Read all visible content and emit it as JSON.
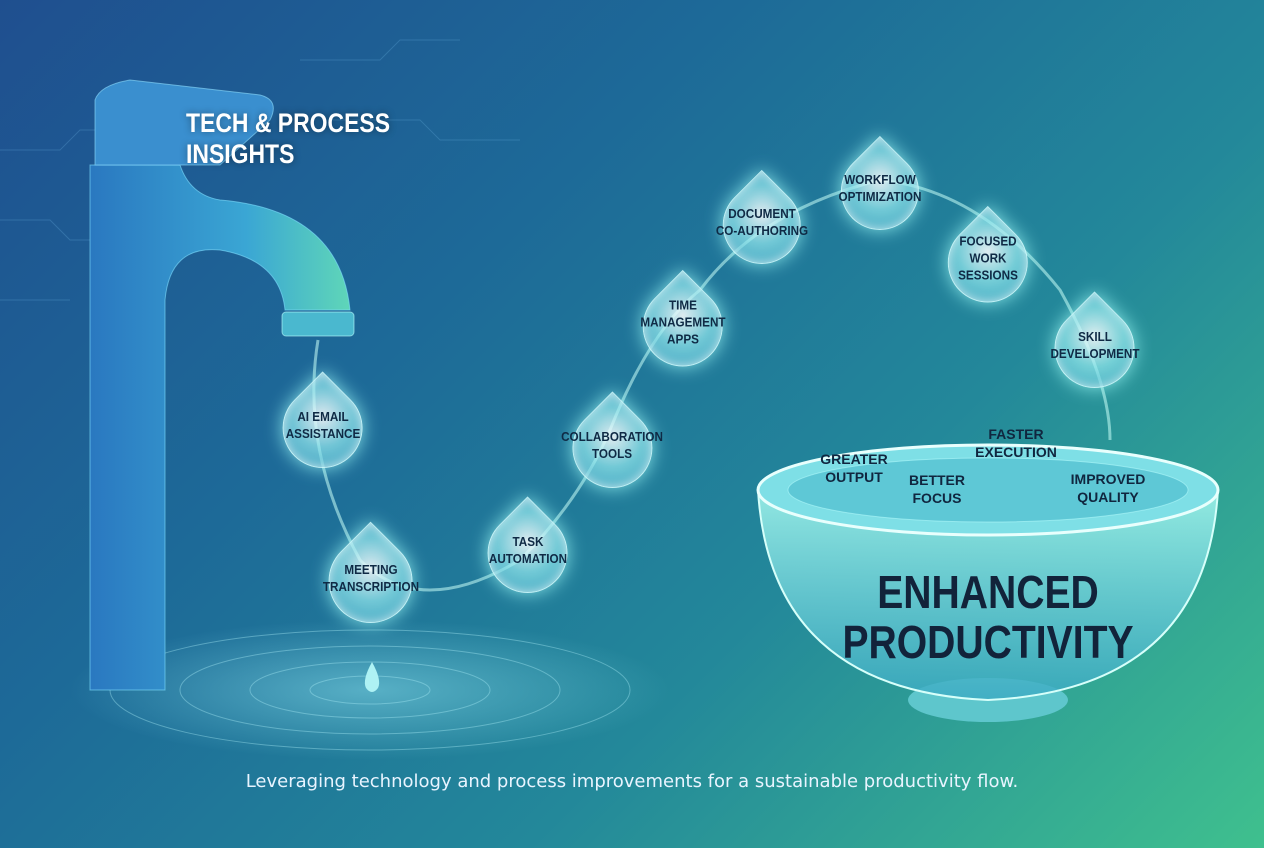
{
  "title": [
    "TECH & PROCESS",
    "INSIGHTS"
  ],
  "drops": [
    {
      "label": [
        "AI EMAIL",
        "ASSISTANCE"
      ]
    },
    {
      "label": [
        "MEETING",
        "TRANSCRIPTION"
      ]
    },
    {
      "label": [
        "TASK",
        "AUTOMATION"
      ]
    },
    {
      "label": [
        "COLLABORATION",
        "TOOLS"
      ]
    },
    {
      "label": [
        "TIME",
        "MANAGEMENT",
        "APPS"
      ]
    },
    {
      "label": [
        "DOCUMENT",
        "CO-AUTHORING"
      ]
    },
    {
      "label": [
        "WORKFLOW",
        "OPTIMIZATION"
      ]
    },
    {
      "label": [
        "FOCUSED",
        "WORK",
        "SESSIONS"
      ]
    },
    {
      "label": [
        "SKILL",
        "DEVELOPMENT"
      ]
    }
  ],
  "benefits": [
    {
      "label": [
        "GREATER",
        "OUTPUT"
      ]
    },
    {
      "label": [
        "BETTER",
        "FOCUS"
      ]
    },
    {
      "label": [
        "FASTER",
        "EXECUTION"
      ]
    },
    {
      "label": [
        "IMPROVED",
        "QUALITY"
      ]
    }
  ],
  "bowl_label": [
    "ENHANCED",
    "PRODUCTIVITY"
  ],
  "caption": "Leveraging technology and process improvements for a sustainable productivity flow.",
  "colors": {
    "faucet": "#3a9fd0",
    "water": "#9ff0f0",
    "text_dark": "#12233a"
  }
}
